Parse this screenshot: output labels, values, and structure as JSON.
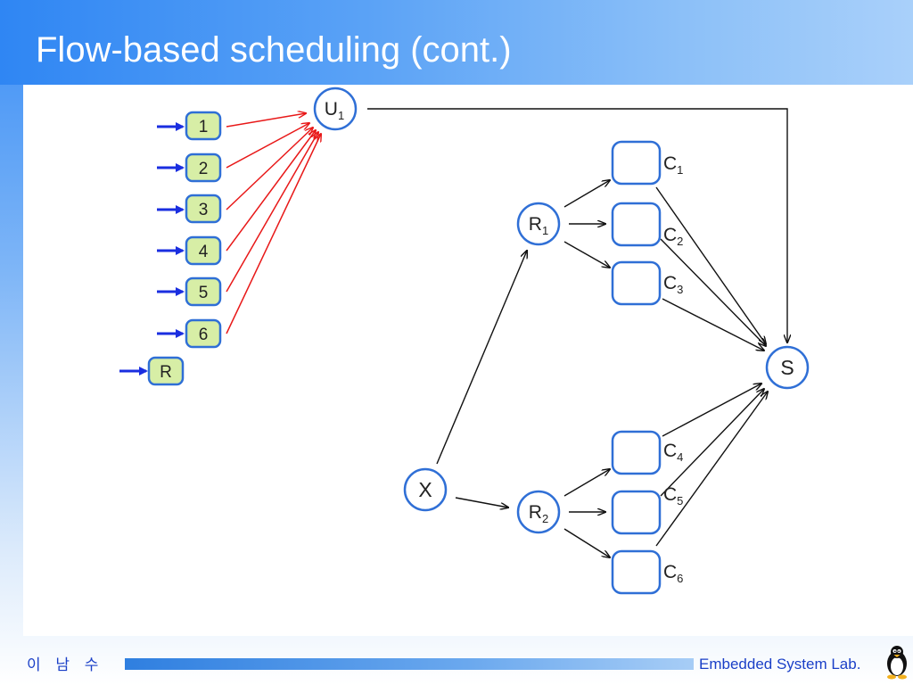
{
  "slide": {
    "title": "Flow-based scheduling (cont.)"
  },
  "diagram": {
    "input_queues": [
      "1",
      "2",
      "3",
      "4",
      "5",
      "6",
      "R"
    ],
    "nodes": {
      "u1": {
        "main": "U",
        "sub": "1"
      },
      "r1": {
        "main": "R",
        "sub": "1"
      },
      "r2": {
        "main": "R",
        "sub": "2"
      },
      "x": {
        "main": "X",
        "sub": ""
      },
      "s": {
        "main": "S",
        "sub": ""
      }
    },
    "c_labels": [
      {
        "main": "C",
        "sub": "1"
      },
      {
        "main": "C",
        "sub": "2"
      },
      {
        "main": "C",
        "sub": "3"
      },
      {
        "main": "C",
        "sub": "4"
      },
      {
        "main": "C",
        "sub": "5"
      },
      {
        "main": "C",
        "sub": "6"
      }
    ]
  },
  "footer": {
    "author": "이 남 수",
    "lab": "Embedded System Lab."
  },
  "colors": {
    "node_stroke": "#2f6fd6",
    "queue_fill": "#d7eea6",
    "red_arrow": "#e81818",
    "blue_arrow": "#1a2ee0",
    "black_arrow": "#111111"
  }
}
